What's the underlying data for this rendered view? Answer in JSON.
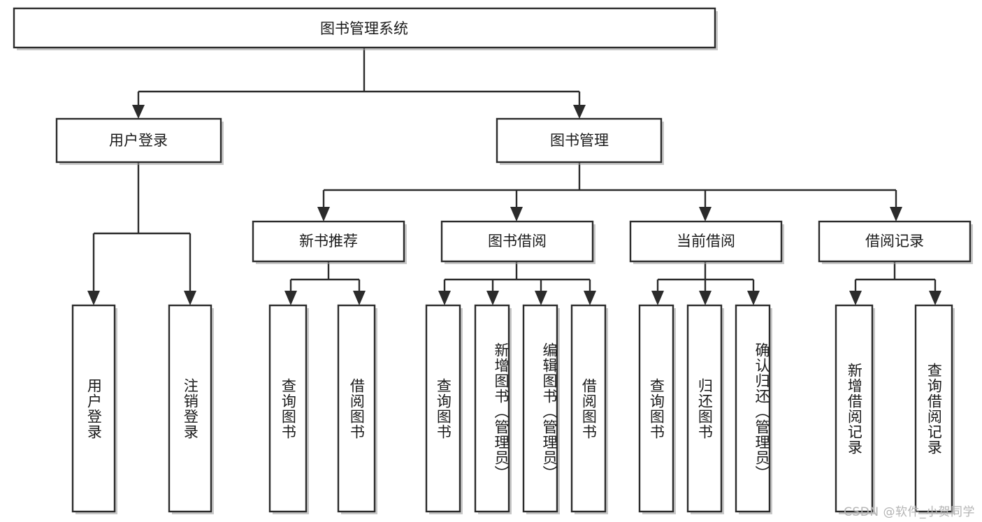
{
  "diagram": {
    "type": "tree",
    "title": "图书管理系统",
    "orientation": "top-down",
    "colors": {
      "stroke": "#2b2b2b",
      "fill": "#ffffff",
      "text": "#1a1a1a",
      "watermark": "#b4b4b4",
      "background": "#ffffff"
    },
    "root": {
      "label": "图书管理系统"
    },
    "level2": [
      {
        "label": "用户登录"
      },
      {
        "label": "图书管理"
      }
    ],
    "level3": [
      {
        "label": "新书推荐"
      },
      {
        "label": "图书借阅"
      },
      {
        "label": "当前借阅"
      },
      {
        "label": "借阅记录"
      }
    ],
    "leaves": {
      "user_login": [
        {
          "label": "用户登录"
        },
        {
          "label": "注销登录"
        }
      ],
      "new_book_recommend": [
        {
          "label": "查询图书"
        },
        {
          "label": "借阅图书"
        }
      ],
      "book_borrow": [
        {
          "label": "查询图书"
        },
        {
          "label": "新增图书（管理员）"
        },
        {
          "label": "编辑图书（管理员）"
        },
        {
          "label": "借阅图书"
        }
      ],
      "current_borrow": [
        {
          "label": "查询图书"
        },
        {
          "label": "归还图书"
        },
        {
          "label": "确认归还（管理员）"
        }
      ],
      "borrow_record": [
        {
          "label": "新增借阅记录"
        },
        {
          "label": "查询借阅记录"
        }
      ]
    }
  },
  "watermark": {
    "text": "CSDN @软件_小贺同学"
  }
}
